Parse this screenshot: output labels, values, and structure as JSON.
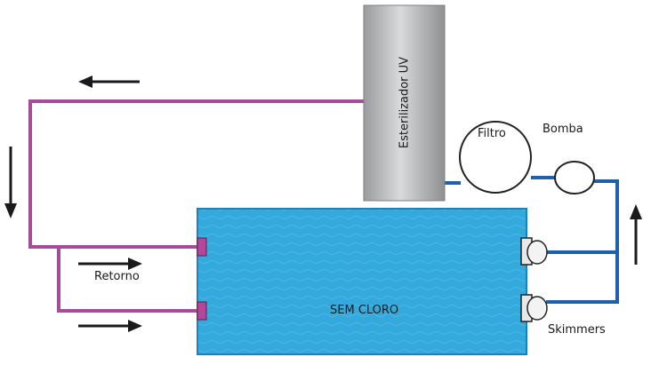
{
  "labels": {
    "uv": "Esterilizador UV",
    "filter": "Filtro",
    "pump": "Bomba",
    "return": "Retorno",
    "pool": "SEM CLORO",
    "skimmers": "Skimmers"
  },
  "colors": {
    "return_pipe": "#a64a9c",
    "suction_pipe": "#1f5fb0",
    "pool": "#34a9dc",
    "pool_border": "#1b82bd",
    "uv_body": "#b8b9bb",
    "arrow": "#1a1a1a",
    "inlet": "#b4479c"
  },
  "icons": [
    "arrow-left-icon",
    "arrow-down-icon",
    "arrow-right-icon",
    "arrow-up-icon"
  ]
}
